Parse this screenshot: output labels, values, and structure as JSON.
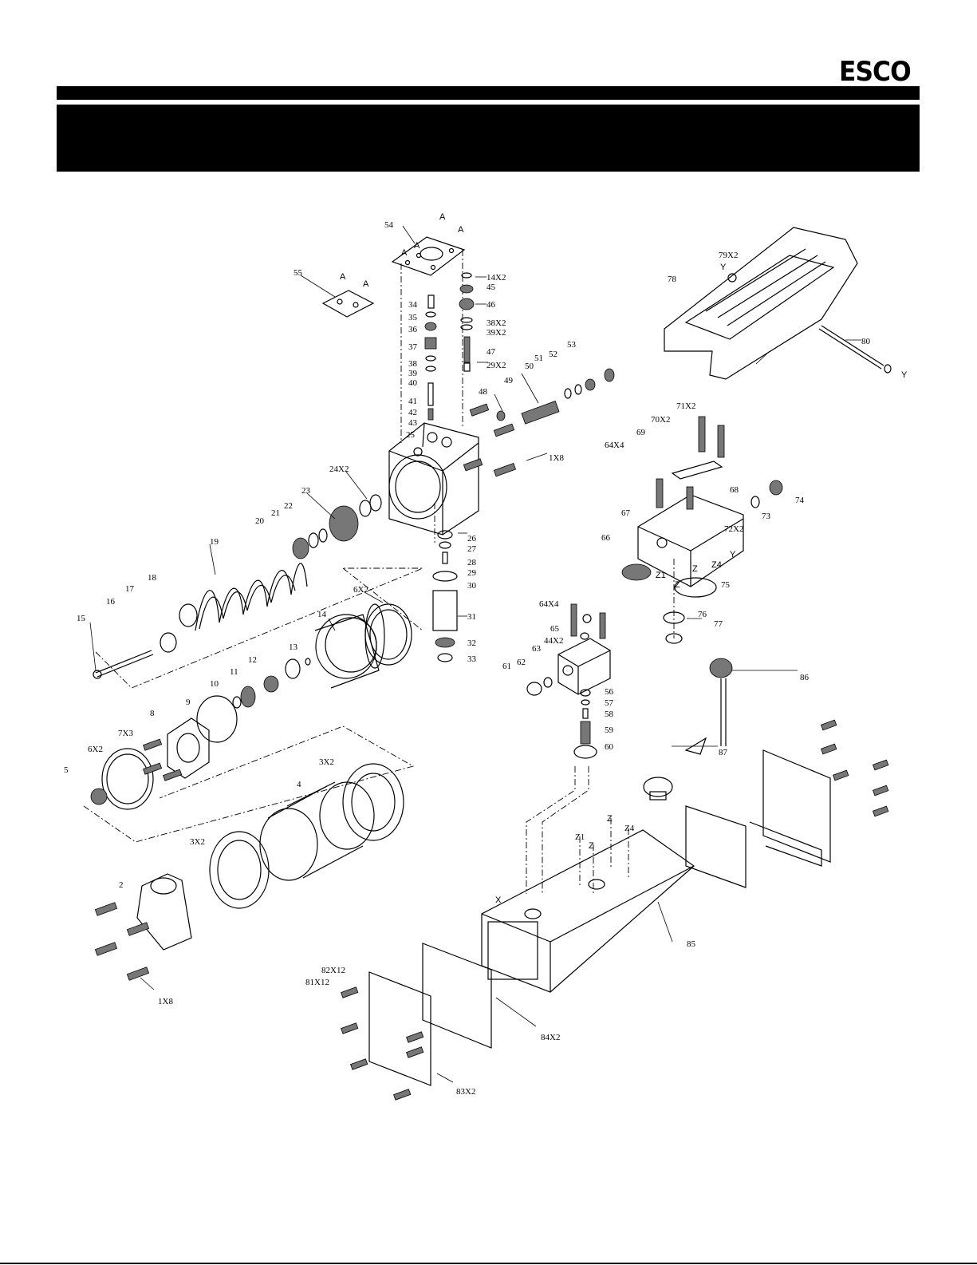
{
  "header": {
    "brand": "ESCO"
  },
  "callouts": [
    {
      "id": "c54",
      "text": "54"
    },
    {
      "id": "cA1",
      "text": "A"
    },
    {
      "id": "cA2",
      "text": "A"
    },
    {
      "id": "cA3",
      "text": "A"
    },
    {
      "id": "cA4",
      "text": "A"
    },
    {
      "id": "cA5",
      "text": "A"
    },
    {
      "id": "cA6",
      "text": "A"
    },
    {
      "id": "c55",
      "text": "55"
    },
    {
      "id": "c14x2",
      "text": "14X2"
    },
    {
      "id": "c45",
      "text": "45"
    },
    {
      "id": "c46",
      "text": "46"
    },
    {
      "id": "c38x2",
      "text": "38X2"
    },
    {
      "id": "c39x2",
      "text": "39X2"
    },
    {
      "id": "c47",
      "text": "47"
    },
    {
      "id": "c29x2",
      "text": "29X2"
    },
    {
      "id": "c34",
      "text": "34"
    },
    {
      "id": "c35",
      "text": "35"
    },
    {
      "id": "c36",
      "text": "36"
    },
    {
      "id": "c37",
      "text": "37"
    },
    {
      "id": "c38",
      "text": "38"
    },
    {
      "id": "c39",
      "text": "39"
    },
    {
      "id": "c40",
      "text": "40"
    },
    {
      "id": "c41",
      "text": "41"
    },
    {
      "id": "c42",
      "text": "42"
    },
    {
      "id": "c43",
      "text": "43"
    },
    {
      "id": "c25",
      "text": "25"
    },
    {
      "id": "c48",
      "text": "48"
    },
    {
      "id": "c49",
      "text": "49"
    },
    {
      "id": "c50",
      "text": "50"
    },
    {
      "id": "c51",
      "text": "51"
    },
    {
      "id": "c52",
      "text": "52"
    },
    {
      "id": "c53",
      "text": "53"
    },
    {
      "id": "c1x8a",
      "text": "1X8"
    },
    {
      "id": "c24x2",
      "text": "24X2"
    },
    {
      "id": "c23",
      "text": "23"
    },
    {
      "id": "c22",
      "text": "22"
    },
    {
      "id": "c21",
      "text": "21"
    },
    {
      "id": "c20",
      "text": "20"
    },
    {
      "id": "c19",
      "text": "19"
    },
    {
      "id": "c18",
      "text": "18"
    },
    {
      "id": "c17",
      "text": "17"
    },
    {
      "id": "c16",
      "text": "16"
    },
    {
      "id": "c15",
      "text": "15"
    },
    {
      "id": "c26",
      "text": "26"
    },
    {
      "id": "c27",
      "text": "27"
    },
    {
      "id": "c28",
      "text": "28"
    },
    {
      "id": "c29",
      "text": "29"
    },
    {
      "id": "c30",
      "text": "30"
    },
    {
      "id": "c31",
      "text": "31"
    },
    {
      "id": "c32",
      "text": "32"
    },
    {
      "id": "c33",
      "text": "33"
    },
    {
      "id": "c6x2a",
      "text": "6X2"
    },
    {
      "id": "c14",
      "text": "14"
    },
    {
      "id": "c13",
      "text": "13"
    },
    {
      "id": "c12",
      "text": "12"
    },
    {
      "id": "c11",
      "text": "11"
    },
    {
      "id": "c10",
      "text": "10"
    },
    {
      "id": "c9",
      "text": "9"
    },
    {
      "id": "c8",
      "text": "8"
    },
    {
      "id": "c7x3",
      "text": "7X3"
    },
    {
      "id": "c6x2b",
      "text": "6X2"
    },
    {
      "id": "c5",
      "text": "5"
    },
    {
      "id": "c3x2a",
      "text": "3X2"
    },
    {
      "id": "c4",
      "text": "4"
    },
    {
      "id": "c3x2b",
      "text": "3X2"
    },
    {
      "id": "c2",
      "text": "2"
    },
    {
      "id": "c1x8b",
      "text": "1X8"
    },
    {
      "id": "c79x2",
      "text": "79X2"
    },
    {
      "id": "cY1",
      "text": "Y"
    },
    {
      "id": "c78",
      "text": "78"
    },
    {
      "id": "c80",
      "text": "80"
    },
    {
      "id": "cY2",
      "text": "Y"
    },
    {
      "id": "c71x2",
      "text": "71X2"
    },
    {
      "id": "c70x2",
      "text": "70X2"
    },
    {
      "id": "c69",
      "text": "69"
    },
    {
      "id": "c64x4a",
      "text": "64X4"
    },
    {
      "id": "c68",
      "text": "68"
    },
    {
      "id": "c74",
      "text": "74"
    },
    {
      "id": "c73",
      "text": "73"
    },
    {
      "id": "c67",
      "text": "67"
    },
    {
      "id": "c72x2",
      "text": "72X2"
    },
    {
      "id": "c66",
      "text": "66"
    },
    {
      "id": "cY3",
      "text": "Y"
    },
    {
      "id": "cZ1a",
      "text": "Z1"
    },
    {
      "id": "cZa",
      "text": "Z"
    },
    {
      "id": "cZ4a",
      "text": "Z4"
    },
    {
      "id": "cZb",
      "text": "Z"
    },
    {
      "id": "c75",
      "text": "75"
    },
    {
      "id": "c76",
      "text": "76"
    },
    {
      "id": "c77",
      "text": "77"
    },
    {
      "id": "c64x4b",
      "text": "64X4"
    },
    {
      "id": "c65",
      "text": "65"
    },
    {
      "id": "c44x2",
      "text": "44X2"
    },
    {
      "id": "c63",
      "text": "63"
    },
    {
      "id": "c62",
      "text": "62"
    },
    {
      "id": "c61",
      "text": "61"
    },
    {
      "id": "c56",
      "text": "56"
    },
    {
      "id": "c57",
      "text": "57"
    },
    {
      "id": "c58",
      "text": "58"
    },
    {
      "id": "c59",
      "text": "59"
    },
    {
      "id": "c60",
      "text": "60"
    },
    {
      "id": "c86",
      "text": "86"
    },
    {
      "id": "c87",
      "text": "87"
    },
    {
      "id": "cZ1b",
      "text": "Z1"
    },
    {
      "id": "cZc",
      "text": "Z"
    },
    {
      "id": "cZd",
      "text": "Z"
    },
    {
      "id": "cZ4b",
      "text": "Z4"
    },
    {
      "id": "cX",
      "text": "X"
    },
    {
      "id": "c85",
      "text": "85"
    },
    {
      "id": "c82x12",
      "text": "82X12"
    },
    {
      "id": "c81x12",
      "text": "81X12"
    },
    {
      "id": "c84x2",
      "text": "84X2"
    },
    {
      "id": "c83x2",
      "text": "83X2"
    }
  ]
}
